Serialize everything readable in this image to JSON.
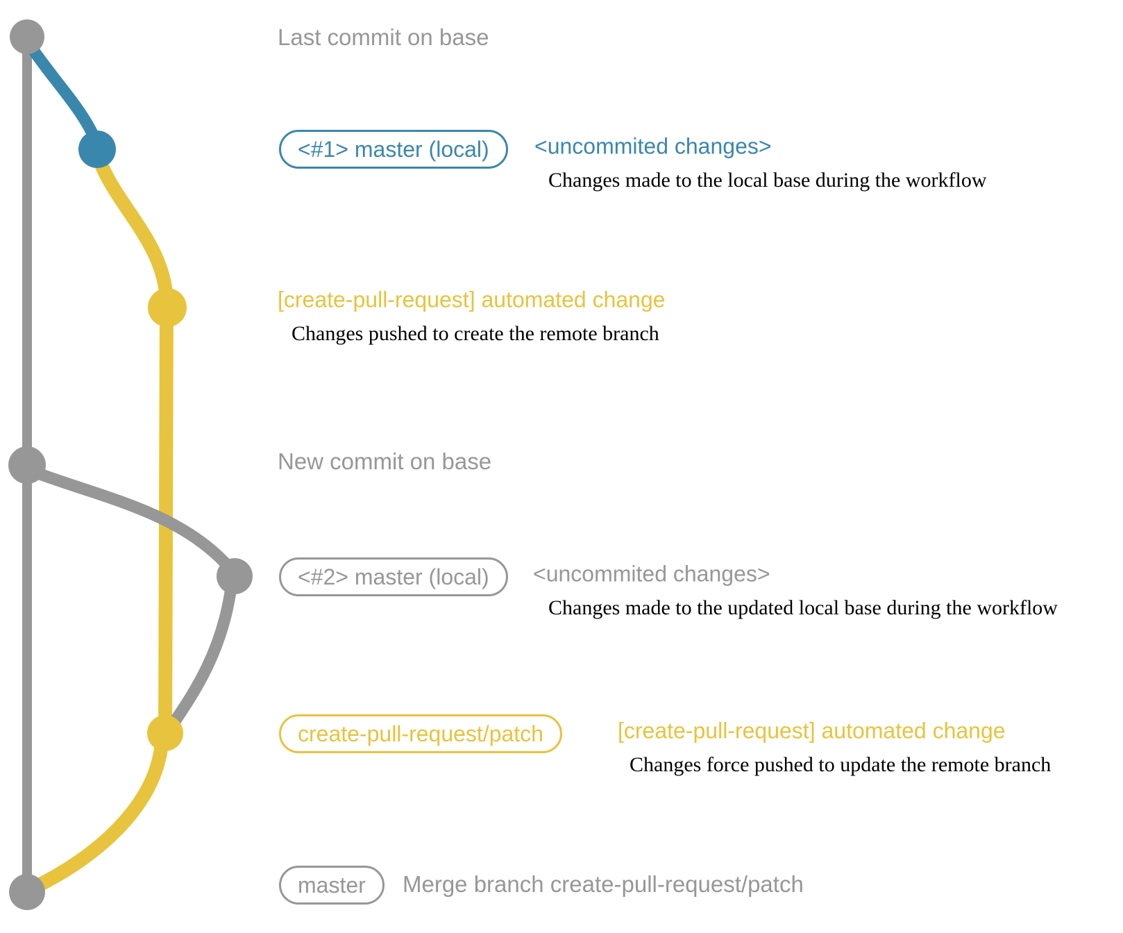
{
  "colors": {
    "background": "#ffffff",
    "base_gray": "#979797",
    "branch_blue": "#3a87ad",
    "branch_yellow": "#e8c33d",
    "note_black": "#000000"
  },
  "rows": [
    {
      "title": "Last commit on base"
    },
    {
      "badge": "<#1> master (local)",
      "annotation": "<uncommited changes>",
      "note": "Changes made to the local base during the workflow"
    },
    {
      "annotation": "[create-pull-request] automated change",
      "note": "Changes pushed to create the remote branch"
    },
    {
      "title": "New commit on base"
    },
    {
      "badge": "<#2> master (local)",
      "annotation": "<uncommited changes>",
      "note": "Changes made to the updated local base during the workflow"
    },
    {
      "badge": "create-pull-request/patch",
      "annotation": "[create-pull-request] automated change",
      "note": "Changes force pushed to update the remote branch"
    },
    {
      "badge": "master",
      "title": "Merge branch create-pull-request/patch"
    }
  ]
}
